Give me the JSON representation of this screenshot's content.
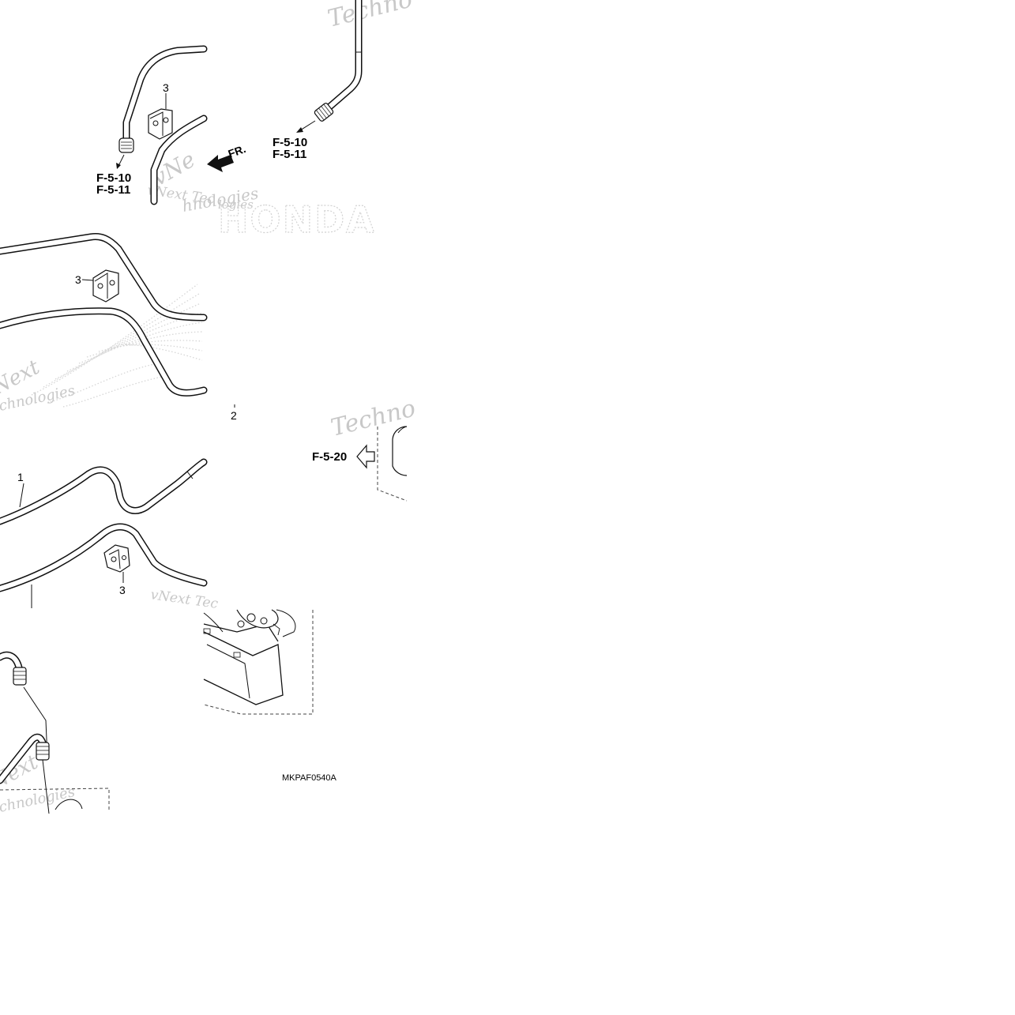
{
  "refs": {
    "top_left_a": "F-5-10",
    "top_left_b": "F-5-11",
    "top_right_a": "F-5-10",
    "top_right_b": "F-5-11",
    "abs_ref": "F-5-20"
  },
  "callouts": {
    "clip_top": "3",
    "clip_mid": "3",
    "clip_low": "3",
    "pipe_main": "1",
    "pipe_abs": "2"
  },
  "front_marker": "FR.",
  "diagram_code": "MKPAF0540A",
  "watermark": {
    "brand": "HONDA",
    "w1": "Techno",
    "w2": "vNext Tec",
    "w3": "hnologies",
    "w4": "vNe",
    "w5": "Next",
    "w6": "chnologies",
    "w7": "Techno",
    "w8": "vNext Tec",
    "w9": "logies",
    "w10": "Next",
    "w11": "chnologies"
  },
  "colors": {
    "line": "#111111",
    "watermark": "#c8c8c8",
    "background": "#ffffff"
  }
}
